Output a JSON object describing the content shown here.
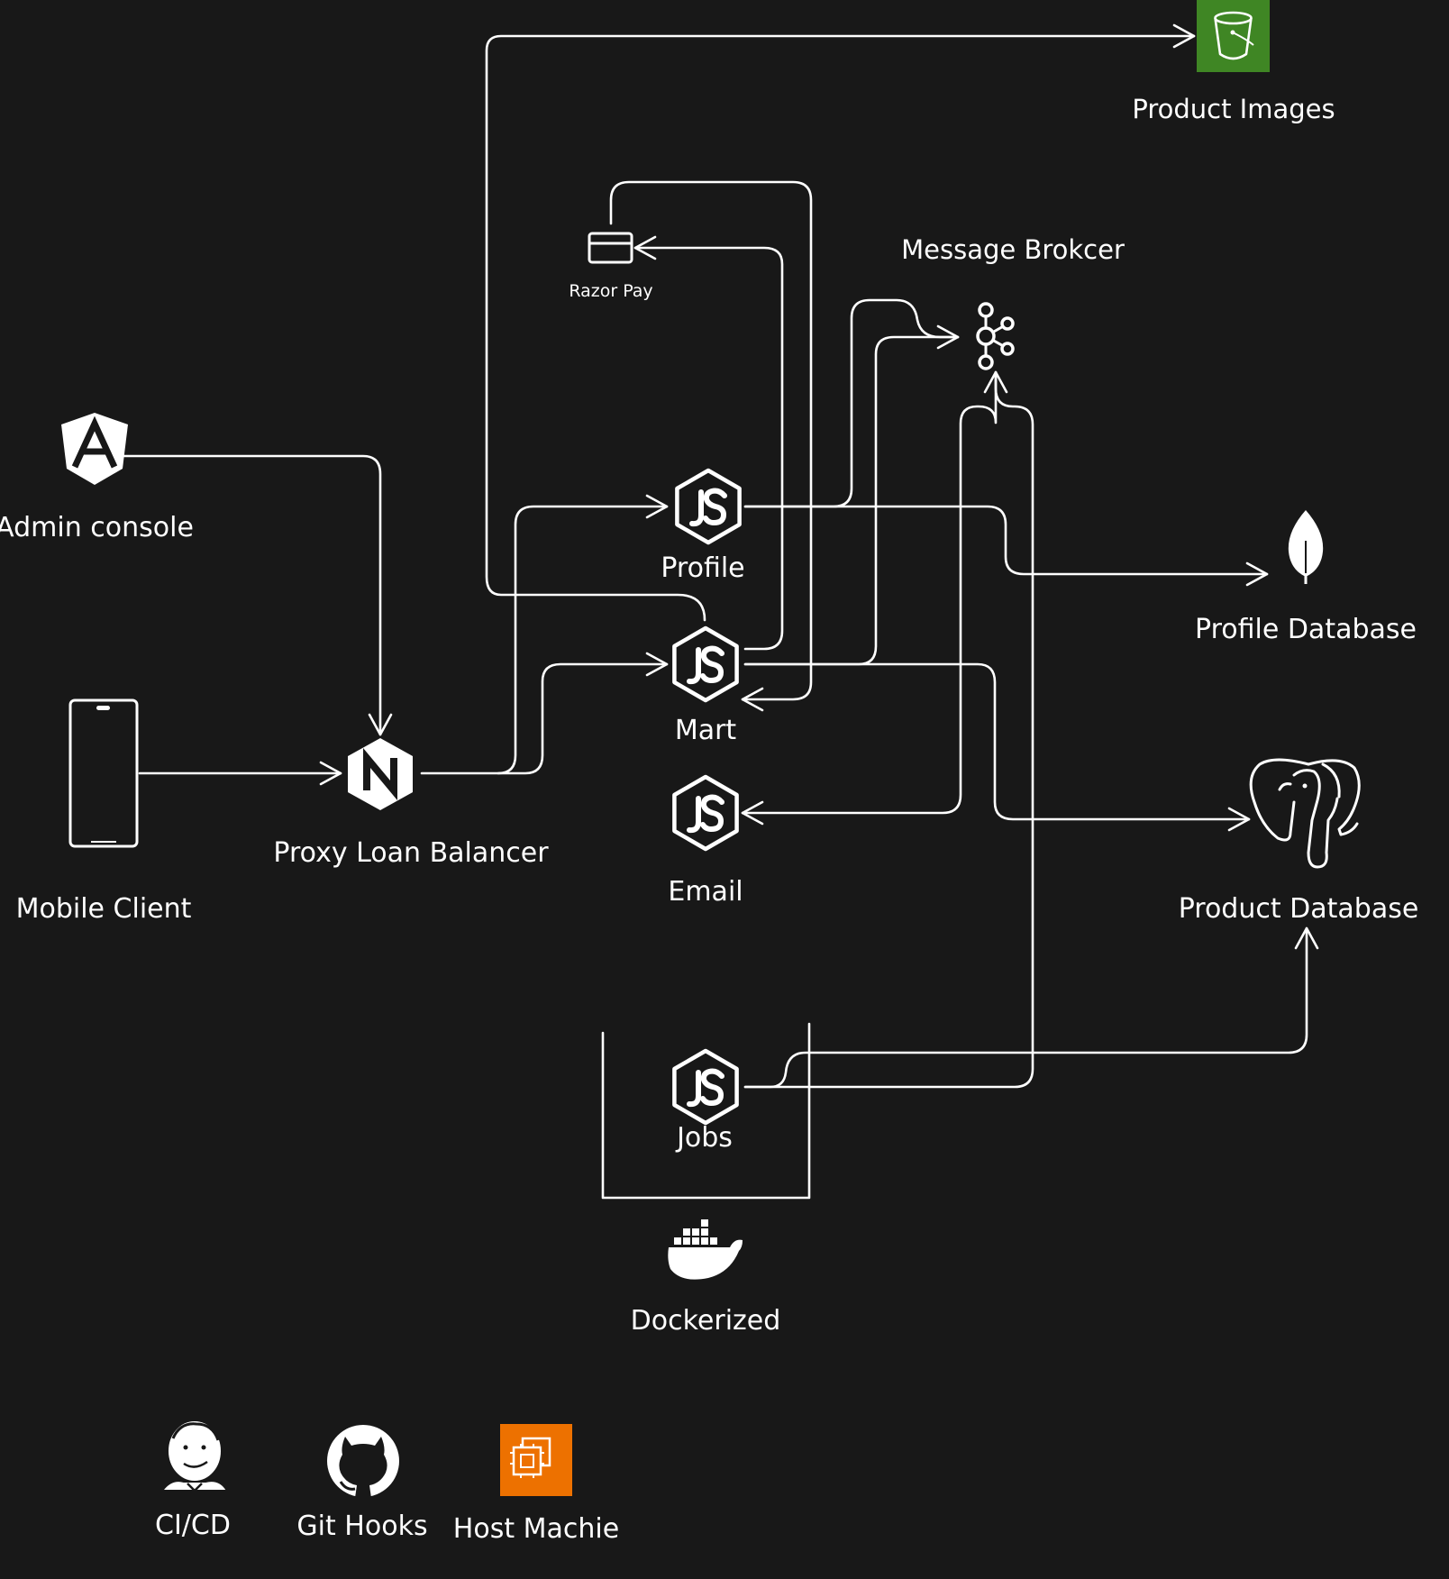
{
  "nodes": {
    "product_images": "Product Images",
    "razor_pay": "Razor Pay",
    "message_broker": "Message Brokcer",
    "admin_console": "Admin console",
    "profile": "Profile",
    "profile_db": "Profile Database",
    "mart": "Mart",
    "mobile_client": "Mobile Client",
    "proxy": "Proxy Loan Balancer",
    "email": "Email",
    "product_db": "Product Database",
    "jobs": "Jobs",
    "dockerized": "Dockerized",
    "cicd": "CI/CD",
    "git_hooks": "Git Hooks",
    "host_machine": "Host Machie"
  },
  "icons": {
    "product_images": "aws-s3-bucket-icon",
    "razor_pay": "credit-card-icon",
    "message_broker": "kafka-icon",
    "admin_console": "angular-icon",
    "profile": "nodejs-icon",
    "mart": "nodejs-icon",
    "email": "nodejs-icon",
    "jobs": "nodejs-icon",
    "profile_db": "mongodb-icon",
    "product_db": "postgresql-icon",
    "mobile_client": "smartphone-icon",
    "proxy": "nginx-icon",
    "dockerized": "docker-icon",
    "cicd": "jenkins-icon",
    "git_hooks": "github-icon",
    "host_machine": "aws-ec2-icon"
  },
  "colors": {
    "background": "#181818",
    "lines": "#ffffff",
    "s3_green": "#3f8624",
    "ec2_orange": "#ed7100"
  }
}
